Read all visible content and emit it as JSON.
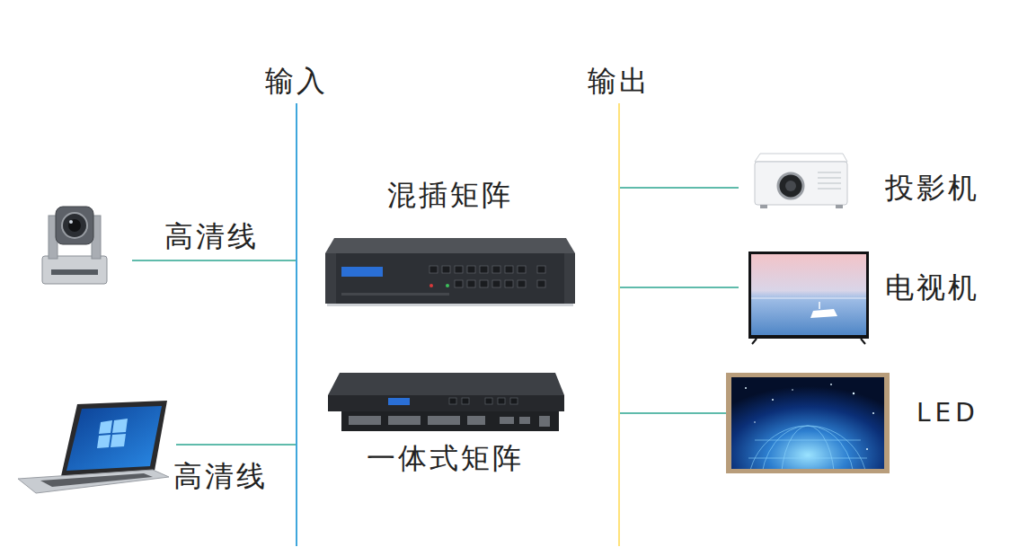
{
  "diagram": {
    "nodes": [
      {
        "text": [
          "输入"
        ]
      },
      {
        "text": [
          "输出"
        ]
      },
      {
        "text": [
          "混插矩阵"
        ]
      },
      {
        "text": [
          "一体式矩阵"
        ]
      },
      {
        "text": [
          "投影机"
        ]
      },
      {
        "text": [
          "电视机"
        ]
      },
      {
        "text": [
          "LED"
        ]
      }
    ],
    "edges": [
      {
        "from": 1,
        "to": 4,
        "arrow": "none"
      },
      {
        "from": 1,
        "to": 5,
        "arrow": "none"
      },
      {
        "from": 1,
        "to": 6,
        "arrow": "none"
      }
    ],
    "labels": [
      "高清线",
      "高清线"
    ]
  }
}
